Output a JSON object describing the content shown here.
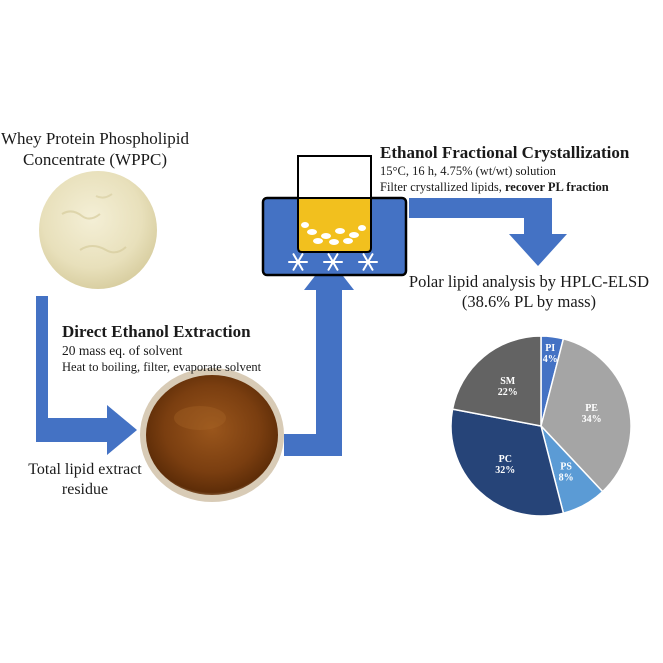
{
  "wppc": {
    "line1": "Whey Protein Phospholipid",
    "line2": "Concentrate (WPPC)"
  },
  "direct_extraction": {
    "title": "Direct Ethanol Extraction",
    "line1": "20 mass eq. of solvent",
    "line2": "Heat to boiling, filter, evaporate solvent"
  },
  "residue": {
    "line1": "Total lipid extract",
    "line2": "residue"
  },
  "crystallization": {
    "title": "Ethanol Fractional Crystallization",
    "line1": "15°C, 16 h, 4.75% (wt/wt) solution",
    "line2_plain": "Filter crystallized lipids, ",
    "line2_bold": "recover PL fraction"
  },
  "analysis": {
    "line1": "Polar lipid analysis by HPLC-ELSD",
    "line2": "(38.6% PL by mass)"
  },
  "colors": {
    "arrow": "#4472c4",
    "bath": "#4472c4",
    "crystals": "#f2c01e",
    "powder": "#ece6c4",
    "residue": "#8a4a1a"
  },
  "chart_data": {
    "type": "pie",
    "title": "",
    "slices": [
      {
        "label": "PI",
        "value": 4,
        "color": "#4472c4"
      },
      {
        "label": "PE",
        "value": 34,
        "color": "#a5a5a5"
      },
      {
        "label": "PS",
        "value": 8,
        "color": "#5b9bd5"
      },
      {
        "label": "PC",
        "value": 32,
        "color": "#264478"
      },
      {
        "label": "SM",
        "value": 22,
        "color": "#636363"
      }
    ]
  }
}
